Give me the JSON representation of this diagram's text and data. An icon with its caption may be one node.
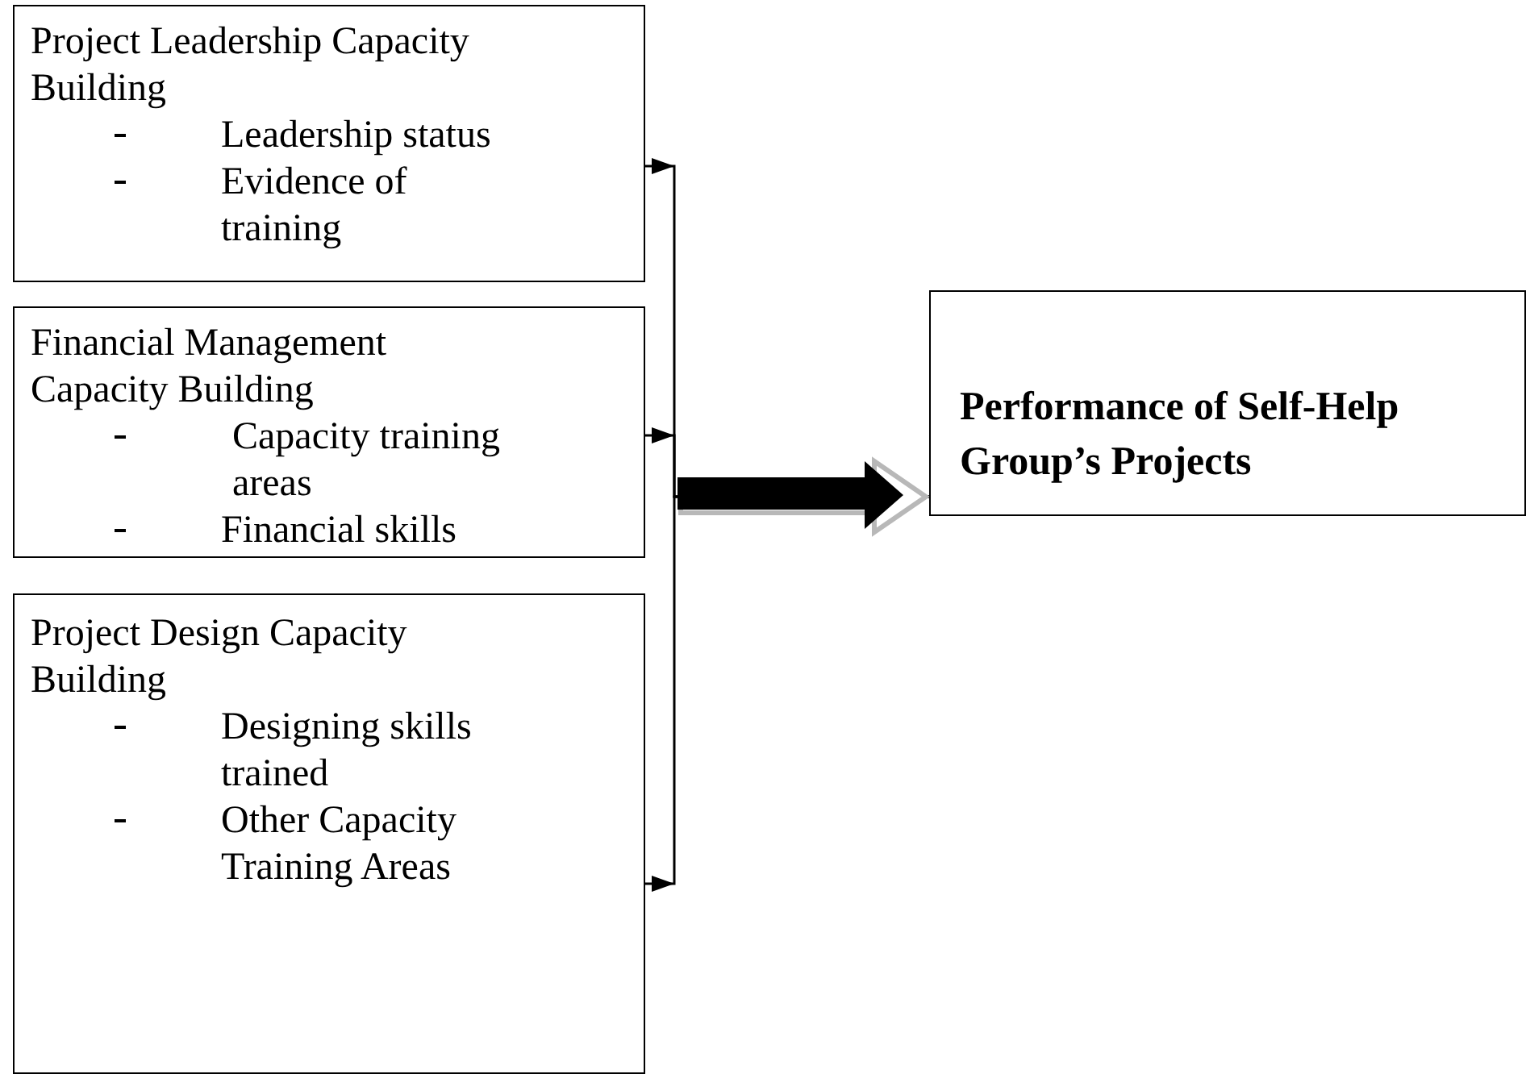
{
  "diagram": {
    "nodes": [
      {
        "text": [
          "Project Leadership Capacity Building",
          "Leadership status",
          "Evidence of training"
        ]
      },
      {
        "text": [
          "Financial Management Capacity Building",
          "Capacity training areas",
          "Financial skills"
        ]
      },
      {
        "text": [
          "Project Design Capacity Building",
          "Designing skills trained",
          "Other Capacity Training Areas"
        ]
      },
      {
        "text": [
          "Performance of Self-Help Group’s Projects"
        ]
      }
    ],
    "edges": [
      {
        "from": 0,
        "to": 3,
        "arrow": "to"
      },
      {
        "from": 1,
        "to": 3,
        "arrow": "to"
      },
      {
        "from": 2,
        "to": 3,
        "arrow": "to"
      }
    ]
  }
}
